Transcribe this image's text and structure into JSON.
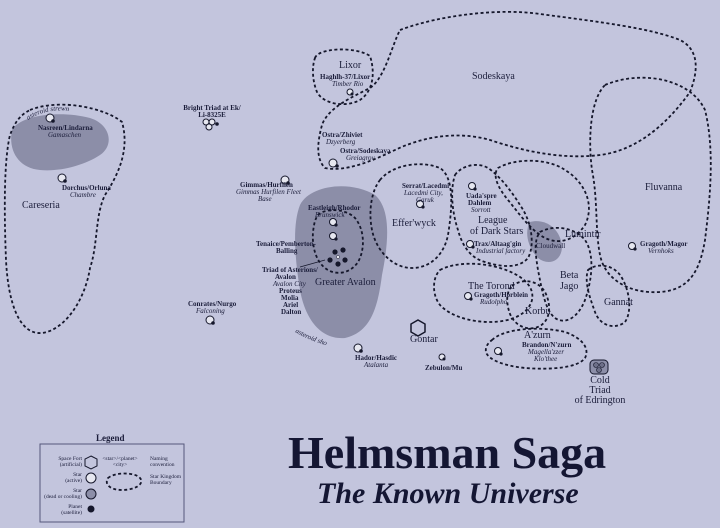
{
  "title": {
    "main": "Helmsman Saga",
    "sub": "The Known Universe"
  },
  "colors": {
    "background": "#c3c5dd",
    "region": "#8c8ea8",
    "ink": "#1b1d3a"
  },
  "kingdoms": {
    "careseria": "Careseria",
    "lixor": "Lixor",
    "sodeskaya": "Sodeskaya",
    "fluvanna": "Fluvanna",
    "efferwyck": "Effer'wyck",
    "league": "League\nof Dark Stars",
    "lumintir": "Lumintir",
    "beta_jago": "Beta\nJago",
    "gannat": "Gannat",
    "torond": "The Torond",
    "korbu": "Korbu",
    "azurn": "A'zurn",
    "greater_avalon": "Greater Avalon",
    "gontar": "Gontar",
    "cold_triad": "Cold\nTriad\nof Edrington"
  },
  "regions": {
    "asteroid_strewn": "asteroid strewn",
    "asteroid_shoals": "asteroid shoals",
    "cloudwall": "Cloudwall"
  },
  "systems": {
    "nasreen": {
      "name": "Nasreen/Lindarna",
      "city": "Gamaschen"
    },
    "dorchus": {
      "name": "Dorchus/Orluna",
      "city": "Chambre"
    },
    "bright_triad": {
      "name": "Bright Triad at Ek/\nLi-8325E"
    },
    "gimmas": {
      "name": "Gimmas/Hurfilen",
      "city": "Gimmas Hurfilen Fleet\nBase"
    },
    "conrates": {
      "name": "Conrates/Nurgo",
      "city": "Falconing"
    },
    "haghlar": {
      "name": "Haghlh-37/Lixor",
      "city": "Timber Rio"
    },
    "ostra_zhiviet": {
      "name": "Ostra/Zhiviet",
      "city": "Dzyerberg"
    },
    "ostra_sodeskaya": {
      "name": "Ostra/Sodeskaya",
      "city": "Greiagrov"
    },
    "eastleigh": {
      "name": "Eastleigh/Rhodor",
      "city": "Brunswick"
    },
    "tenaice": {
      "name": "Tenaice/Pemberton-\nBalling"
    },
    "triad_asterions": {
      "name": "Triad of Asterions/\nAvalon",
      "city": "Avalon City",
      "moons": "Proteus\nMolia\nAriel\nDalton"
    },
    "hador": {
      "name": "Hador/Hasdic",
      "city": "Atalanta"
    },
    "zebulon": {
      "name": "Zebulon/Mu"
    },
    "serrat": {
      "name": "Serrat/Lacedmi",
      "city": "Lacedmi City,\nGaruk"
    },
    "uadaspre": {
      "name": "Uada'spre\nDahlem",
      "city": "Sorrott"
    },
    "trax": {
      "name": "Trax/Altaag'gin",
      "city": "Industrial factory"
    },
    "gragoth_horblein": {
      "name": "Gragoth/Horblein",
      "city": "Rudolpho"
    },
    "brandon": {
      "name": "Brandon/N'zurn",
      "city": "Magella'zzer\nKlo'thee"
    },
    "gragoth_magor": {
      "name": "Gragoth/Magor",
      "city": "Vernhoks"
    }
  },
  "legend": {
    "title": "Legend",
    "space_fort": "Space Fort\n(artificial)",
    "star_active": "Star\n(active)",
    "star_dead": "Star\n(dead or cooling)",
    "planet": "Planet\n(satellite)",
    "naming_sample": "<star>/<planet>\n<city>",
    "naming_convention": "Naming\nconvention",
    "boundary": "Star Kingdom\nBoundary"
  }
}
